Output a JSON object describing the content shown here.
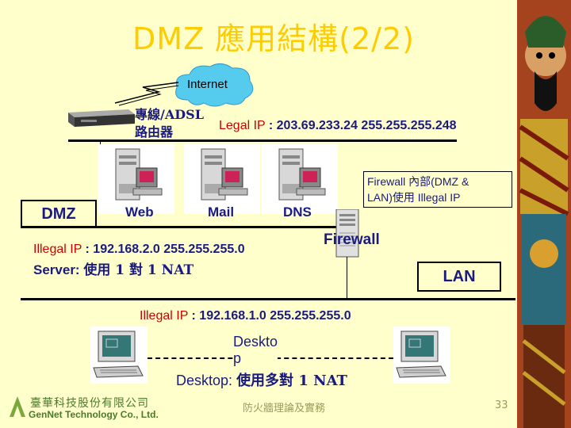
{
  "title": "DMZ 應用結構(2/2)",
  "internet": {
    "label": "Internet"
  },
  "router": {
    "label_line1": "專線/ADSL",
    "label_line2": "路由器"
  },
  "legal_ip": {
    "label": "Legal IP",
    "value": ": 203.69.233.24  255.255.255.248"
  },
  "servers": [
    {
      "name": "Web"
    },
    {
      "name": "Mail"
    },
    {
      "name": "DNS"
    }
  ],
  "dmz": {
    "label": "DMZ"
  },
  "dmz_ip": {
    "label": "Illegal IP",
    "value": ": 192.168.2.0  255.255.255.0"
  },
  "server_nat": {
    "label": "Server:",
    "text": "使用 1 對 1 NAT"
  },
  "firewall": {
    "label": "Firewall"
  },
  "firewall_note": {
    "line1": "Firewall 內部(DMZ &",
    "line2": "LAN)使用 Illegal IP"
  },
  "lan": {
    "label": "LAN"
  },
  "lan_ip": {
    "label": "Illegal IP",
    "value": ": 192.168.1.0  255.255.255.0"
  },
  "desktop": {
    "label_line1": "Deskto",
    "label_line2": "p",
    "nat_label": "Desktop:",
    "nat_text": "使用多對 1 NAT"
  },
  "company": {
    "name_cn": "臺華科技股份有限公司",
    "name_en": "GenNet Technology Co., Ltd."
  },
  "footer_center": "防火牆理論及實務",
  "page_number": "33",
  "colors": {
    "background": "#ffffcc",
    "title": "#ffcc00",
    "label": "#1a1a80",
    "ip_label": "#cc0000"
  }
}
